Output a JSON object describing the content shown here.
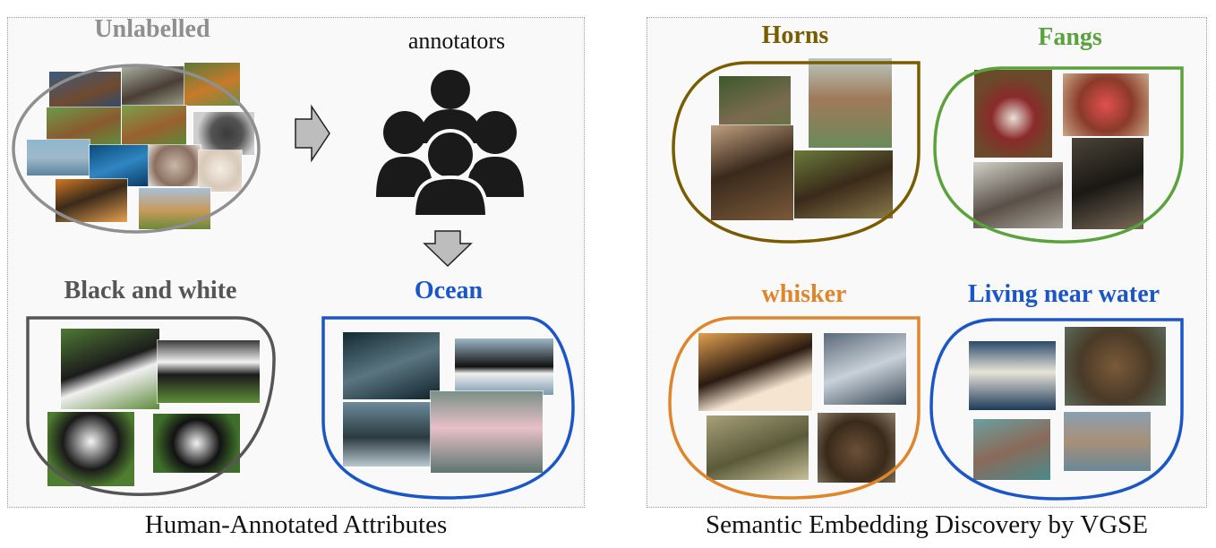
{
  "left_panel": {
    "caption": "Human-Annotated Attributes",
    "unlabelled_label": "Unlabelled",
    "annotators_label": "annotators",
    "groups": [
      {
        "label": "Black and white",
        "color": "#555555"
      },
      {
        "label": "Ocean",
        "color": "#1a56c8"
      }
    ]
  },
  "right_panel": {
    "caption": "Semantic Embedding Discovery by VGSE",
    "clusters": [
      {
        "label": "Horns",
        "color": "#7a5c00"
      },
      {
        "label": "Fangs",
        "color": "#5aa23c"
      },
      {
        "label": "whisker",
        "color": "#e0852a"
      },
      {
        "label": "Living near water",
        "color": "#1a56c8"
      }
    ]
  },
  "colors": {
    "unlabelled": "#8f8f8f",
    "arrow_fill": "#bdbdbd",
    "icon": "#1a1a1a"
  },
  "icons": [
    "right-arrow-icon",
    "down-arrow-icon",
    "people-group-icon"
  ]
}
